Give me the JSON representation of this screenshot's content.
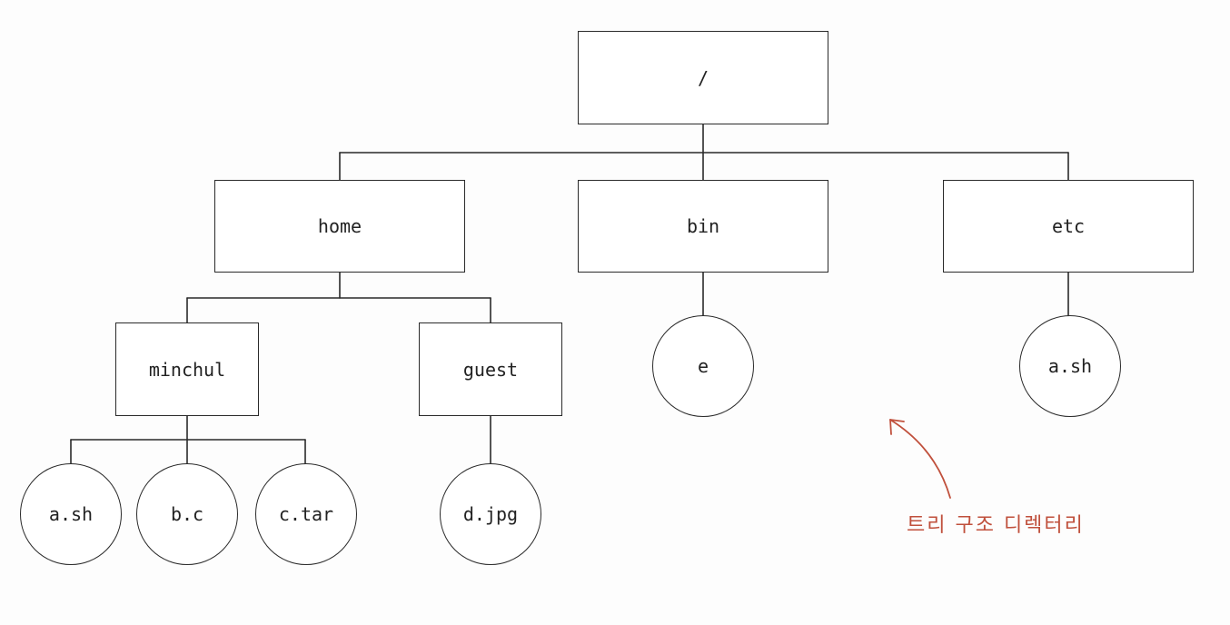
{
  "nodes": {
    "root": "/",
    "home": "home",
    "bin": "bin",
    "etc": "etc",
    "minchul": "minchul",
    "guest": "guest",
    "e": "e",
    "etc_ash": "a.sh",
    "ash": "a.sh",
    "bc": "b.c",
    "ctar": "c.tar",
    "djpg": "d.jpg"
  },
  "annotation": {
    "text": "트리 구조 디렉터리",
    "color": "#c0503c"
  }
}
